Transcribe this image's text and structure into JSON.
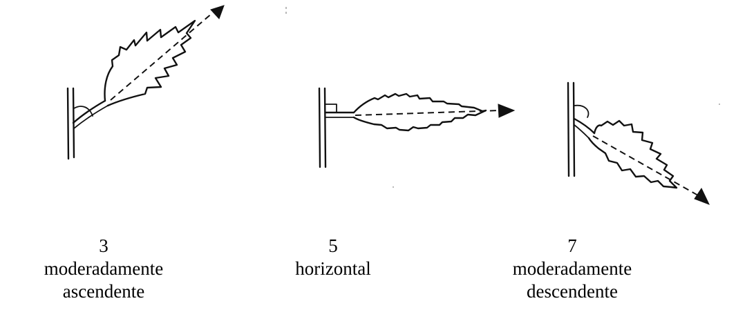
{
  "orientations": [
    {
      "code": "3",
      "lines": [
        "moderadamente",
        "ascendente"
      ]
    },
    {
      "code": "5",
      "lines": [
        "horizontal"
      ]
    },
    {
      "code": "7",
      "lines": [
        "moderadamente",
        "descendente"
      ]
    }
  ],
  "colors": {
    "ink": "#111111",
    "background": "#ffffff"
  }
}
